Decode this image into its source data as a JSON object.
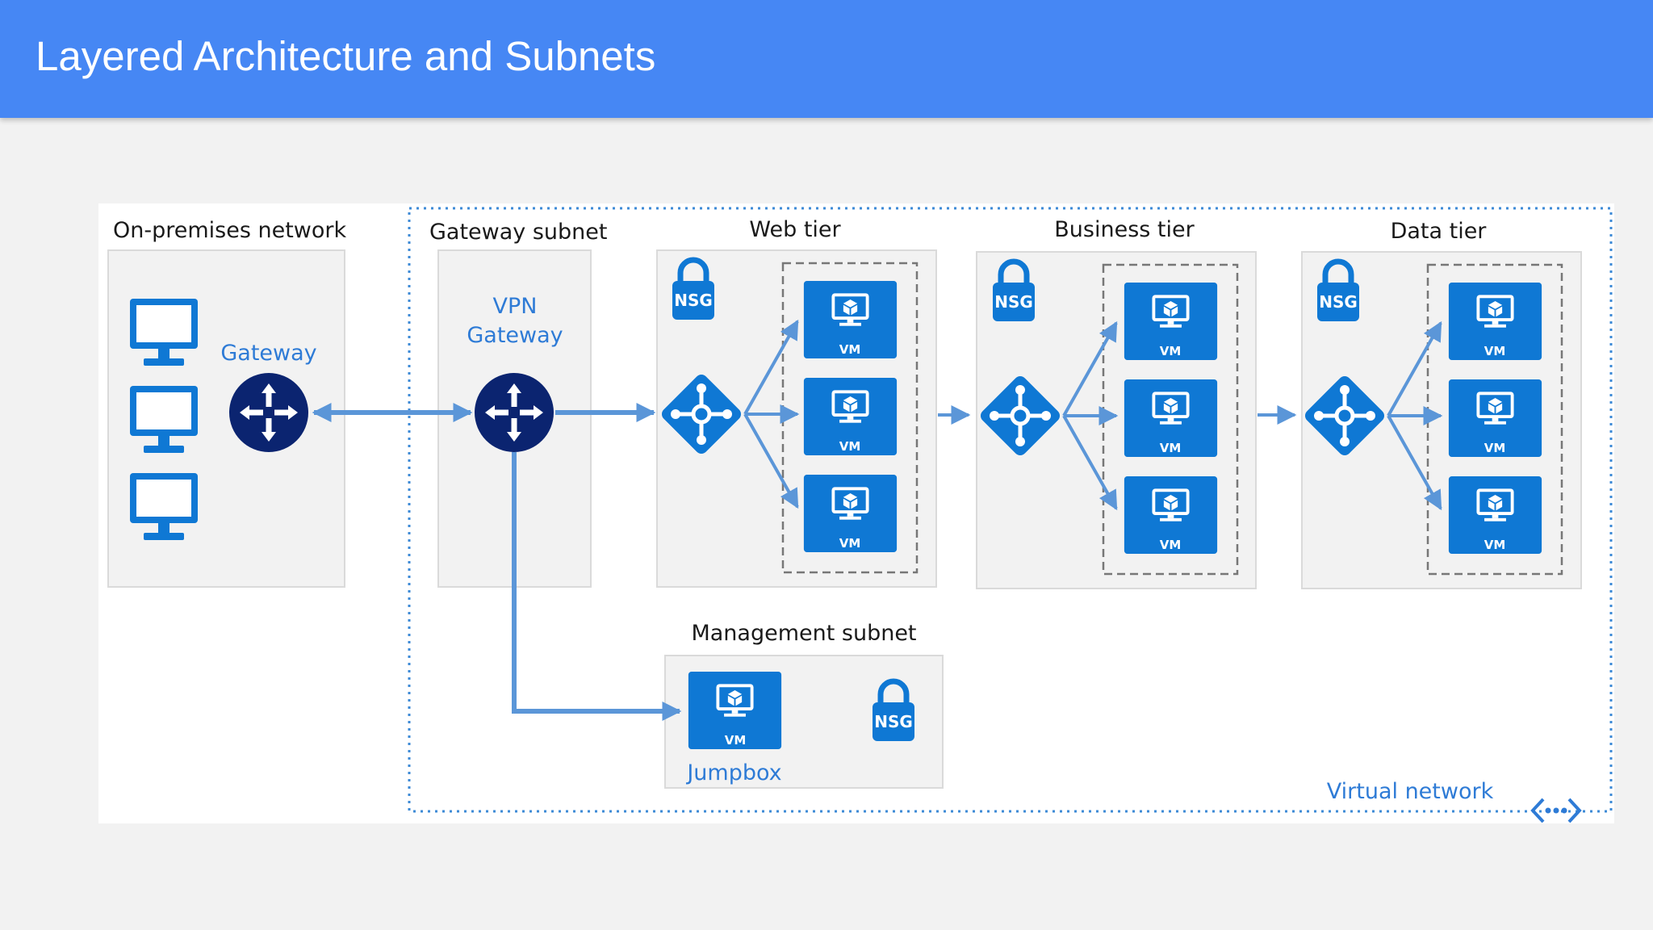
{
  "header": {
    "title": "Layered Architecture and Subnets"
  },
  "onprem": {
    "title": "On-premises network",
    "gateway_label": "Gateway"
  },
  "gateway_subnet": {
    "title": "Gateway subnet",
    "vpn_label_line1": "VPN",
    "vpn_label_line2": "Gateway"
  },
  "tiers": [
    {
      "title": "Web tier",
      "nsg": "NSG",
      "vms": [
        "VM",
        "VM",
        "VM"
      ]
    },
    {
      "title": "Business tier",
      "nsg": "NSG",
      "vms": [
        "VM",
        "VM",
        "VM"
      ]
    },
    {
      "title": "Data tier",
      "nsg": "NSG",
      "vms": [
        "VM",
        "VM",
        "VM"
      ]
    }
  ],
  "management": {
    "title": "Management subnet",
    "vm": "VM",
    "jumpbox_label": "Jumpbox",
    "nsg": "NSG"
  },
  "vnet": {
    "label": "Virtual network"
  },
  "colors": {
    "header": "#4687f4",
    "azure_blue": "#0f78d4",
    "navy": "#0b2470",
    "link_blue": "#5b96d8",
    "label_blue": "#2e7bd6"
  },
  "icons": [
    "monitor-icon",
    "router-icon",
    "load-balancer-icon",
    "vm-icon",
    "lock-icon",
    "virtual-network-icon"
  ]
}
